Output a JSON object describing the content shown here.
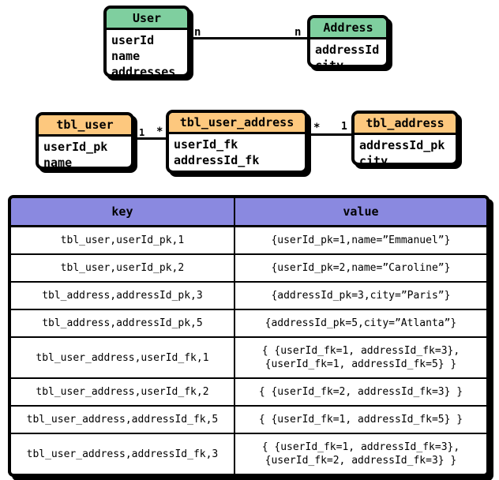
{
  "colors": {
    "entity_header_green": "#7fcf9f",
    "table_header_orange": "#fdc87e",
    "kv_header_purple": "#8a89e0",
    "border_black": "#000000"
  },
  "uml": {
    "user": {
      "title": "User",
      "fields": [
        "userId",
        "name",
        "addresses"
      ]
    },
    "address": {
      "title": "Address",
      "fields": [
        "addressId",
        "city"
      ]
    },
    "left_cardinality": "n",
    "right_cardinality": "n"
  },
  "relational": {
    "tbl_user": {
      "title": "tbl_user",
      "fields": [
        "userId_pk",
        "name"
      ]
    },
    "tbl_user_address": {
      "title": "tbl_user_address",
      "fields": [
        "userId_fk",
        "addressId_fk"
      ]
    },
    "tbl_address": {
      "title": "tbl_address",
      "fields": [
        "addressId_pk",
        "city"
      ]
    },
    "connector1": {
      "left_label": "1",
      "right_label": "*"
    },
    "connector2": {
      "left_label": "*",
      "right_label": "1"
    }
  },
  "kv_table": {
    "headers": {
      "key": "key",
      "value": "value"
    },
    "rows": [
      {
        "key": "tbl_user,userId_pk,1",
        "value": [
          "{userId_pk=1,name=”Emmanuel”}"
        ]
      },
      {
        "key": "tbl_user,userId_pk,2",
        "value": [
          "{userId_pk=2,name=”Caroline”}"
        ]
      },
      {
        "key": "tbl_address,addressId_pk,3",
        "value": [
          "{addressId_pk=3,city=”Paris”}"
        ]
      },
      {
        "key": "tbl_address,addressId_pk,5",
        "value": [
          "{addressId_pk=5,city=”Atlanta”}"
        ]
      },
      {
        "key": "tbl_user_address,userId_fk,1",
        "value": [
          "{ {userId_fk=1, addressId_fk=3},",
          "{userId_fk=1, addressId_fk=5} }"
        ]
      },
      {
        "key": "tbl_user_address,userId_fk,2",
        "value": [
          "{ {userId_fk=2, addressId_fk=3} }"
        ]
      },
      {
        "key": "tbl_user_address,addressId_fk,5",
        "value": [
          "{ {userId_fk=1, addressId_fk=5} }"
        ]
      },
      {
        "key": "tbl_user_address,addressId_fk,3",
        "value": [
          "{ {userId_fk=1, addressId_fk=3},",
          "{userId_fk=2, addressId_fk=3} }"
        ]
      }
    ]
  }
}
